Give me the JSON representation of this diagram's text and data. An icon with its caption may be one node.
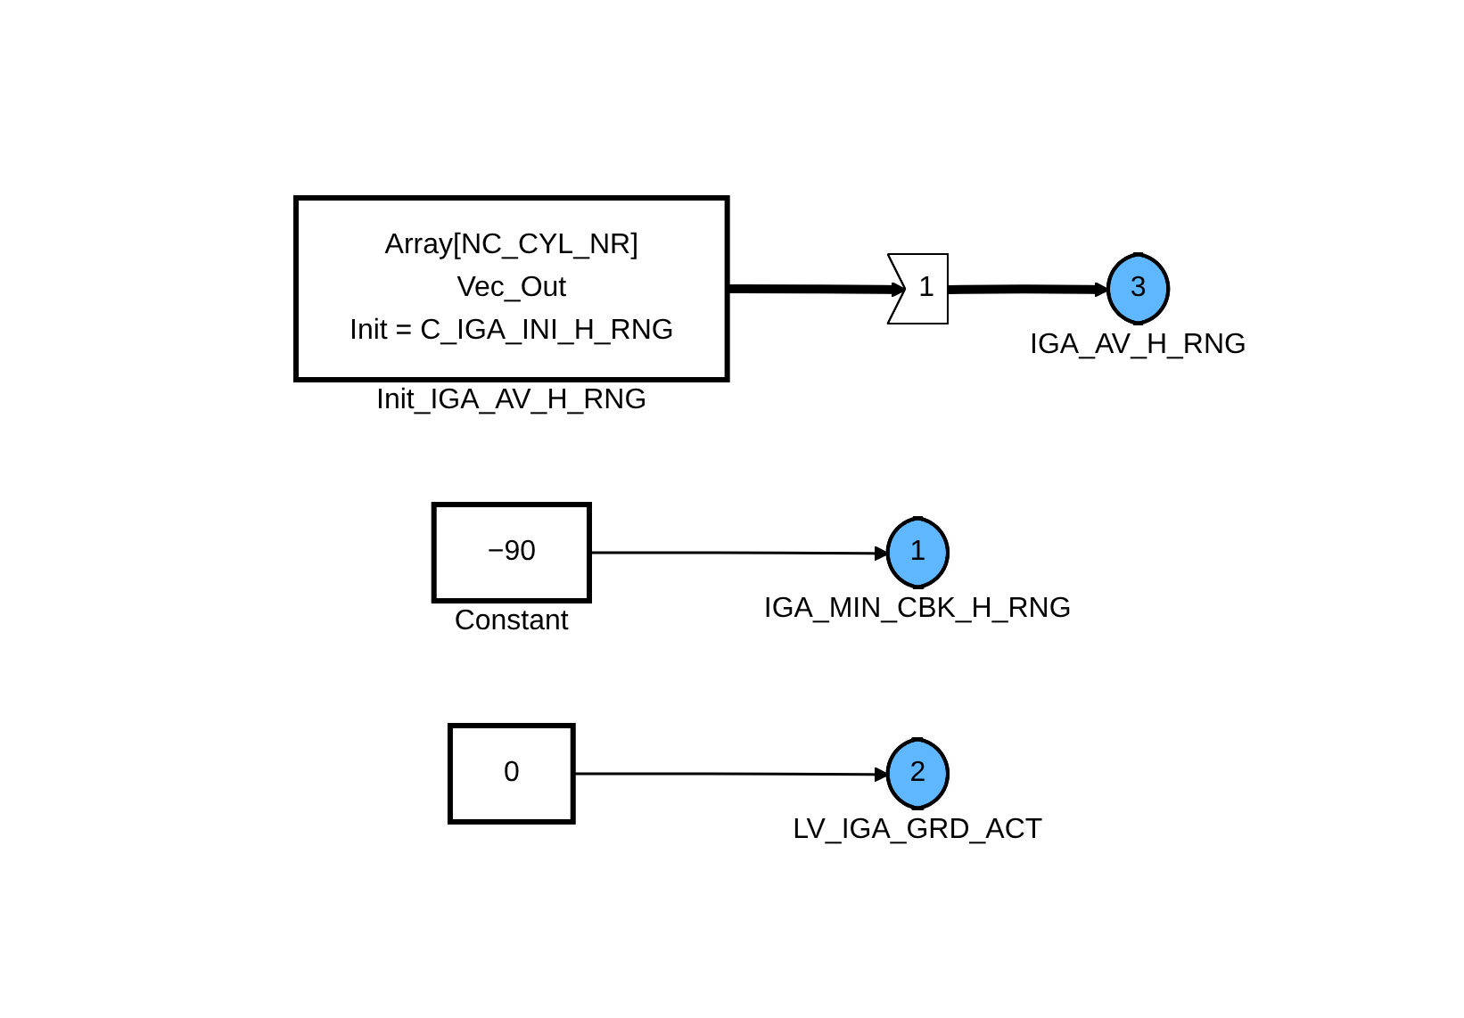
{
  "diagram": {
    "nodes": [
      {
        "text": [
          "Array[NC_CYL_NR]",
          "Vec_Out",
          "Init = C_IGA_INI_H_RNG"
        ],
        "beside": [
          "Init_IGA_AV_H_RNG"
        ]
      },
      {
        "text": [
          "1"
        ]
      },
      {
        "text": [
          "3"
        ],
        "beside": [
          "IGA_AV_H_RNG"
        ]
      },
      {
        "text": [
          "−90"
        ],
        "beside": [
          "Constant"
        ]
      },
      {
        "text": [
          "1"
        ],
        "beside": [
          "IGA_MIN_CBK_H_RNG"
        ]
      },
      {
        "text": [
          "0"
        ]
      },
      {
        "text": [
          "2"
        ],
        "beside": [
          "LV_IGA_GRD_ACT"
        ]
      }
    ],
    "edges": [
      {
        "from": 0,
        "to": 1,
        "arrow": "to",
        "style": "thick"
      },
      {
        "from": 1,
        "to": 2,
        "arrow": "to",
        "style": "thick"
      },
      {
        "from": 3,
        "to": 4,
        "arrow": "to"
      },
      {
        "from": 5,
        "to": 6,
        "arrow": "to"
      }
    ]
  }
}
